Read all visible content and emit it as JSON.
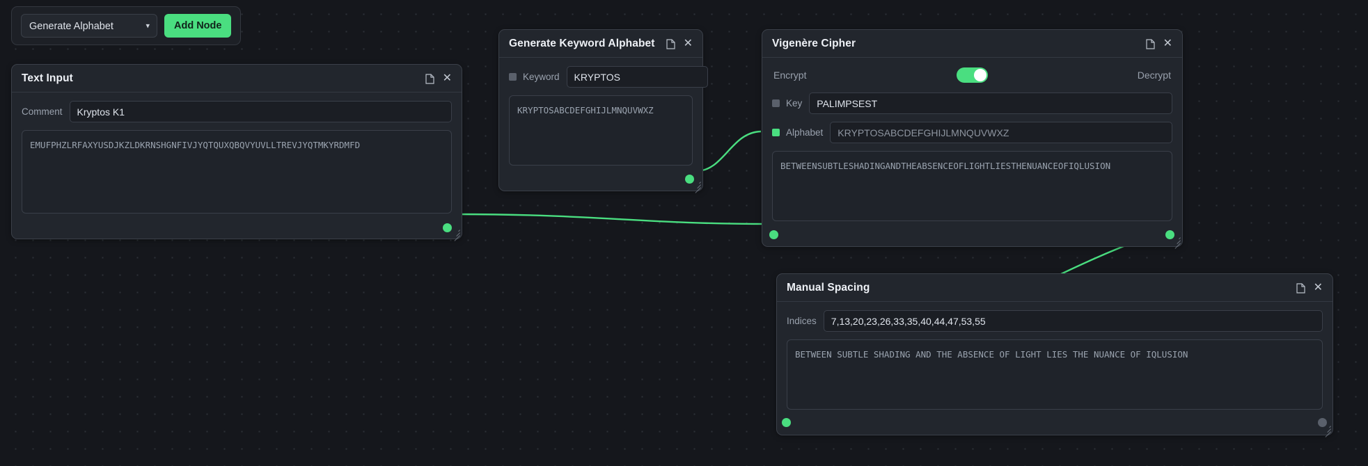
{
  "toolbar": {
    "selected_node_type": "Generate Alphabet",
    "node_type_options": [
      "Generate Alphabet"
    ],
    "add_node_label": "Add Node",
    "chevron": "▾"
  },
  "colors": {
    "accent_green": "#4ade80",
    "canvas_bg": "#15171c",
    "node_bg": "#22262d",
    "port_off": "#5a606b"
  },
  "nodes": {
    "text_input": {
      "title": "Text Input",
      "comment_label": "Comment",
      "comment_value": "Kryptos K1",
      "text_value": "EMUFPHZLRFAXYUSDJKZLDKRNSHGNFIVJYQTQUXQBQVYUVLLTREVJYQTMKYRDMFD"
    },
    "keyword_alphabet": {
      "title": "Generate Keyword Alphabet",
      "keyword_label": "Keyword",
      "keyword_value": "KRYPTOS",
      "output_value": "KRYPTOSABCDEFGHIJLMNQUVWXZ"
    },
    "vigenere": {
      "title": "Vigenère Cipher",
      "encrypt_label": "Encrypt",
      "decrypt_label": "Decrypt",
      "mode_on": "Decrypt",
      "key_label": "Key",
      "key_value": "PALIMPSEST",
      "alphabet_label": "Alphabet",
      "alphabet_value": "KRYPTOSABCDEFGHIJLMNQUVWXZ",
      "output_value": "BETWEENSUBTLESHADINGANDTHEABSENCEOFLIGHTLIESTHENUANCEOFIQLUSION"
    },
    "manual_spacing": {
      "title": "Manual Spacing",
      "indices_label": "Indices",
      "indices_value": "7,13,20,23,26,33,35,40,44,47,53,55",
      "output_value": "BETWEEN SUBTLE SHADING AND THE ABSENCE OF LIGHT LIES THE NUANCE OF IQLUSION"
    }
  }
}
